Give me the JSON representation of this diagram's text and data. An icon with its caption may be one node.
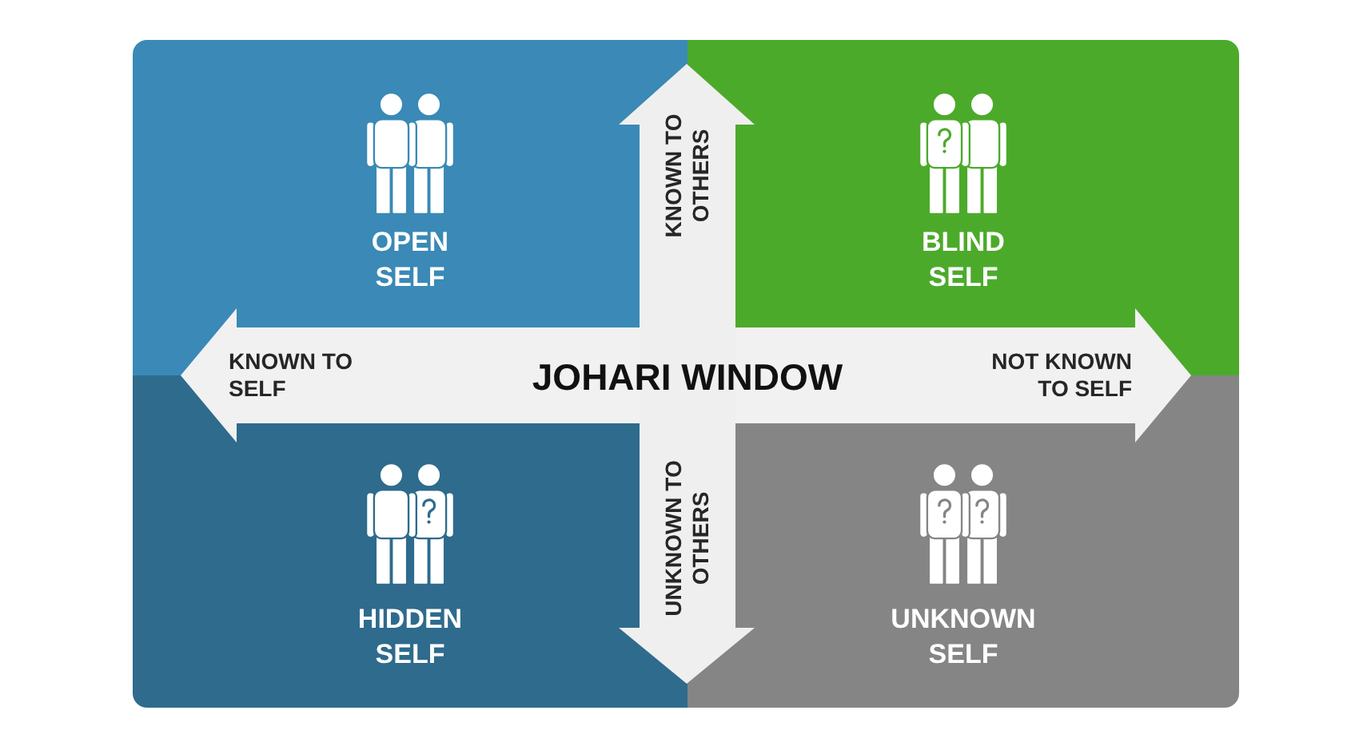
{
  "diagram": {
    "title": "JOHARI WINDOW",
    "nodes": [
      {
        "text": [
          "OPEN SELF"
        ]
      },
      {
        "text": [
          "BLIND SELF"
        ]
      },
      {
        "text": [
          "HIDDEN SELF"
        ]
      },
      {
        "text": [
          "UNKNOWN SELF"
        ]
      }
    ],
    "labels": [
      "KNOWN TO OTHERS",
      "KNOWN TO SELF",
      "NOT KNOWN TO SELF",
      "UNKNOWN TO OTHERS"
    ]
  }
}
